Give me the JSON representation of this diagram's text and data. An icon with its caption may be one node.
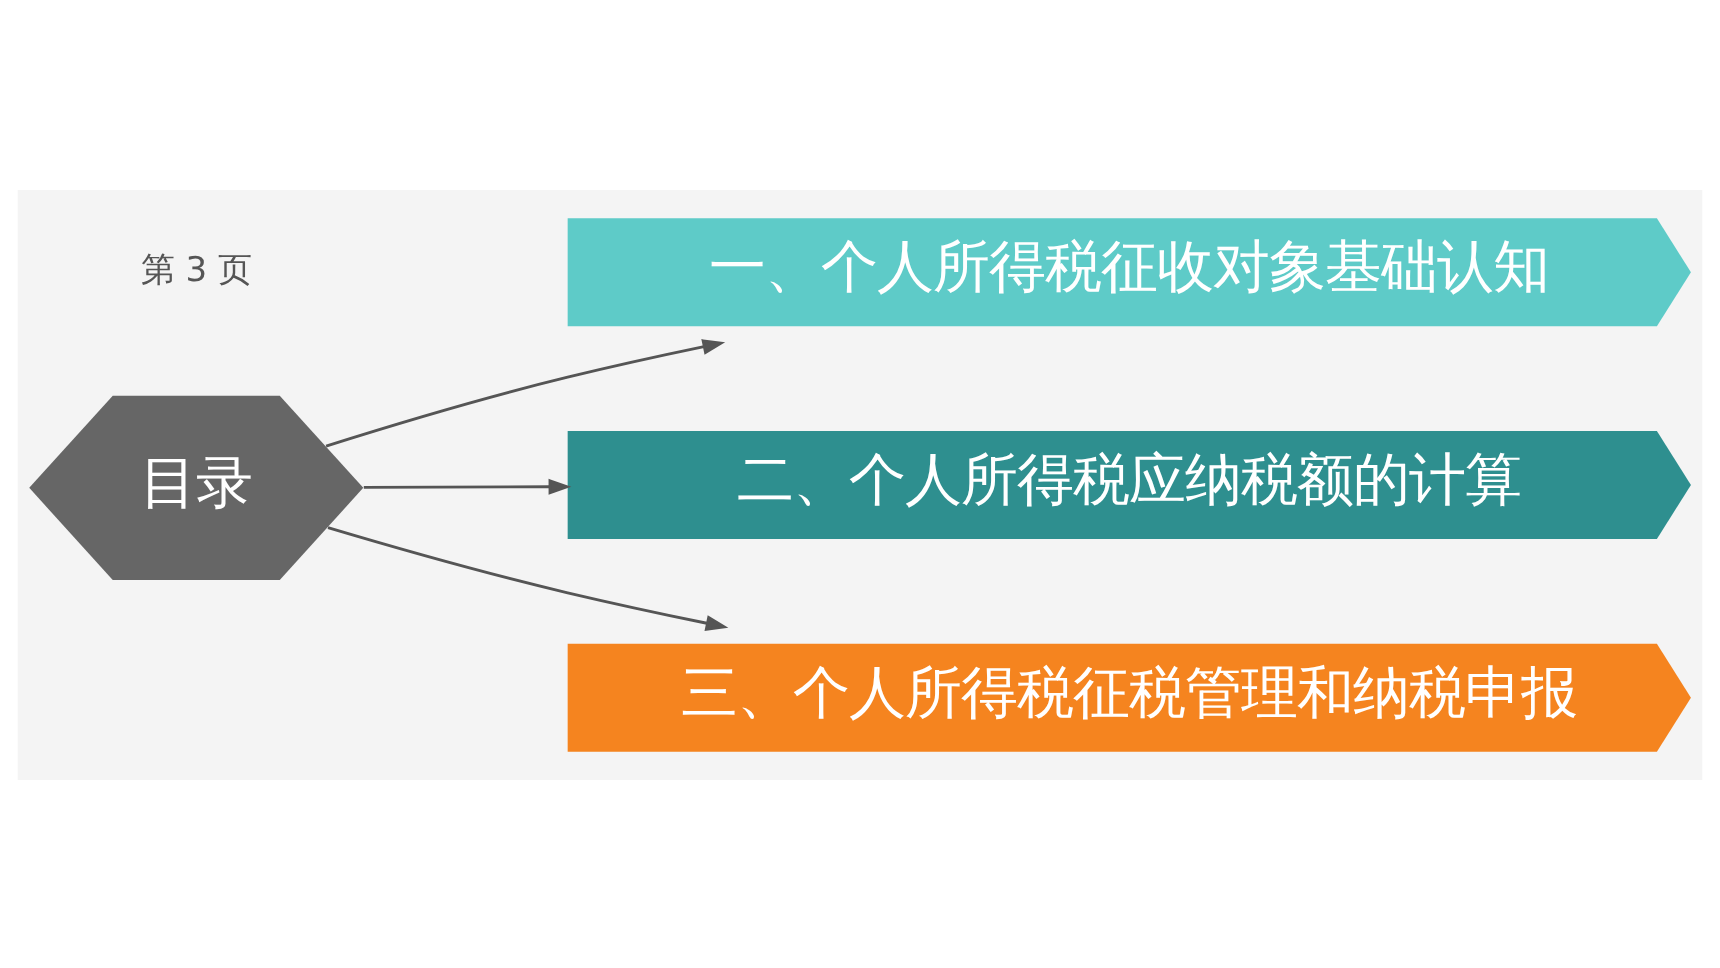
{
  "diagram": {
    "nodes": [
      {
        "text": [
          "目录"
        ]
      },
      {
        "text": [
          "一、个人所得税征收对象基础认知"
        ]
      },
      {
        "text": [
          "二、个人所得税应纳税额的计算"
        ]
      },
      {
        "text": [
          "三、个人所得税征税管理和纳税申报"
        ]
      }
    ],
    "edges": [
      {
        "from": 0,
        "to": 1,
        "arrow": "to"
      },
      {
        "from": 0,
        "to": 2,
        "arrow": "to"
      },
      {
        "from": 0,
        "to": 3,
        "arrow": "to"
      }
    ],
    "labels": [
      "第 3 页"
    ]
  }
}
